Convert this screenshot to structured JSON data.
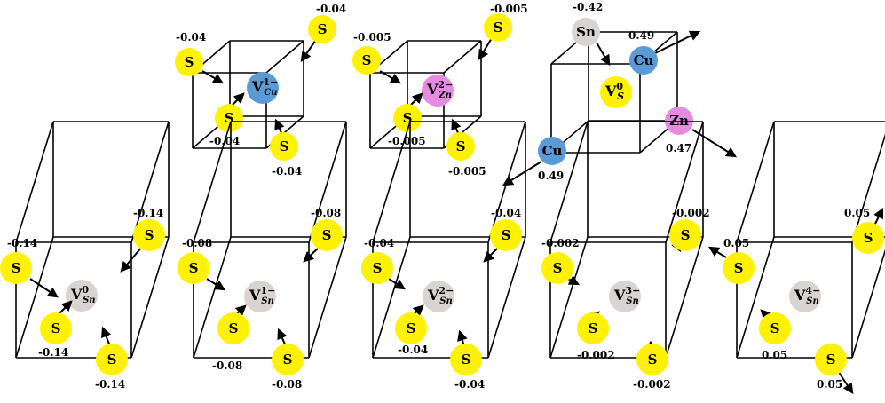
{
  "colors": {
    "S": "#fff200",
    "Cu": "#5b9bd5",
    "Zn": "#e58be0",
    "Sn": "#d9d4d2",
    "vac_S": "#fff200"
  },
  "species": {
    "S": "S",
    "Cu": "Cu",
    "Zn": "Zn",
    "Sn": "Sn"
  },
  "panels": [
    {
      "id": "v-cu-1",
      "vacancy": {
        "base": "V",
        "sub": "Cu",
        "sup": "1−",
        "color": "#5b9bd5"
      },
      "atoms": [
        {
          "el": "S",
          "disp": "-0.04"
        },
        {
          "el": "S",
          "disp": "-0.04"
        },
        {
          "el": "S",
          "disp": "-0.04"
        },
        {
          "el": "S",
          "disp": "-0.04"
        }
      ]
    },
    {
      "id": "v-zn-2",
      "vacancy": {
        "base": "V",
        "sub": "Zn",
        "sup": "2−",
        "color": "#e58be0"
      },
      "atoms": [
        {
          "el": "S",
          "disp": "-0.005"
        },
        {
          "el": "S",
          "disp": "-0.005"
        },
        {
          "el": "S",
          "disp": "-0.005"
        },
        {
          "el": "S",
          "disp": "-0.005"
        }
      ]
    },
    {
      "id": "v-s-0",
      "vacancy": {
        "base": "V",
        "sub": "S",
        "sup": "0",
        "color": "#fff200"
      },
      "atoms": [
        {
          "el": "Sn",
          "disp": "-0.42"
        },
        {
          "el": "Cu",
          "disp": "0.49"
        },
        {
          "el": "Zn",
          "disp": "0.47"
        },
        {
          "el": "Cu",
          "disp": "0.49"
        }
      ]
    },
    {
      "id": "v-sn-0",
      "vacancy": {
        "base": "V",
        "sub": "Sn",
        "sup": "0",
        "color": "#d9d4d2"
      },
      "atoms": [
        {
          "el": "S",
          "disp": "-0.14"
        },
        {
          "el": "S",
          "disp": "-0.14"
        },
        {
          "el": "S",
          "disp": "-0.14"
        },
        {
          "el": "S",
          "disp": "-0.14"
        }
      ]
    },
    {
      "id": "v-sn-1",
      "vacancy": {
        "base": "V",
        "sub": "Sn",
        "sup": "1−",
        "color": "#d9d4d2"
      },
      "atoms": [
        {
          "el": "S",
          "disp": "-0.08"
        },
        {
          "el": "S",
          "disp": "-0.08"
        },
        {
          "el": "S",
          "disp": "-0.08"
        },
        {
          "el": "S",
          "disp": "-0.08"
        }
      ]
    },
    {
      "id": "v-sn-2",
      "vacancy": {
        "base": "V",
        "sub": "Sn",
        "sup": "2−",
        "color": "#d9d4d2"
      },
      "atoms": [
        {
          "el": "S",
          "disp": "-0.04"
        },
        {
          "el": "S",
          "disp": "-0.04"
        },
        {
          "el": "S",
          "disp": "-0.04"
        },
        {
          "el": "S",
          "disp": "-0.04"
        }
      ]
    },
    {
      "id": "v-sn-3",
      "vacancy": {
        "base": "V",
        "sub": "Sn",
        "sup": "3−",
        "color": "#d9d4d2"
      },
      "atoms": [
        {
          "el": "S",
          "disp": "-0.002"
        },
        {
          "el": "S",
          "disp": "-0.002"
        },
        {
          "el": "S",
          "disp": "-0.002"
        },
        {
          "el": "S",
          "disp": "-0.002"
        }
      ]
    },
    {
      "id": "v-sn-4",
      "vacancy": {
        "base": "V",
        "sub": "Sn",
        "sup": "4−",
        "color": "#d9d4d2"
      },
      "atoms": [
        {
          "el": "S",
          "disp": "0.05"
        },
        {
          "el": "S",
          "disp": "0.05"
        },
        {
          "el": "S",
          "disp": "0.05"
        },
        {
          "el": "S",
          "disp": "0.05"
        }
      ]
    }
  ]
}
